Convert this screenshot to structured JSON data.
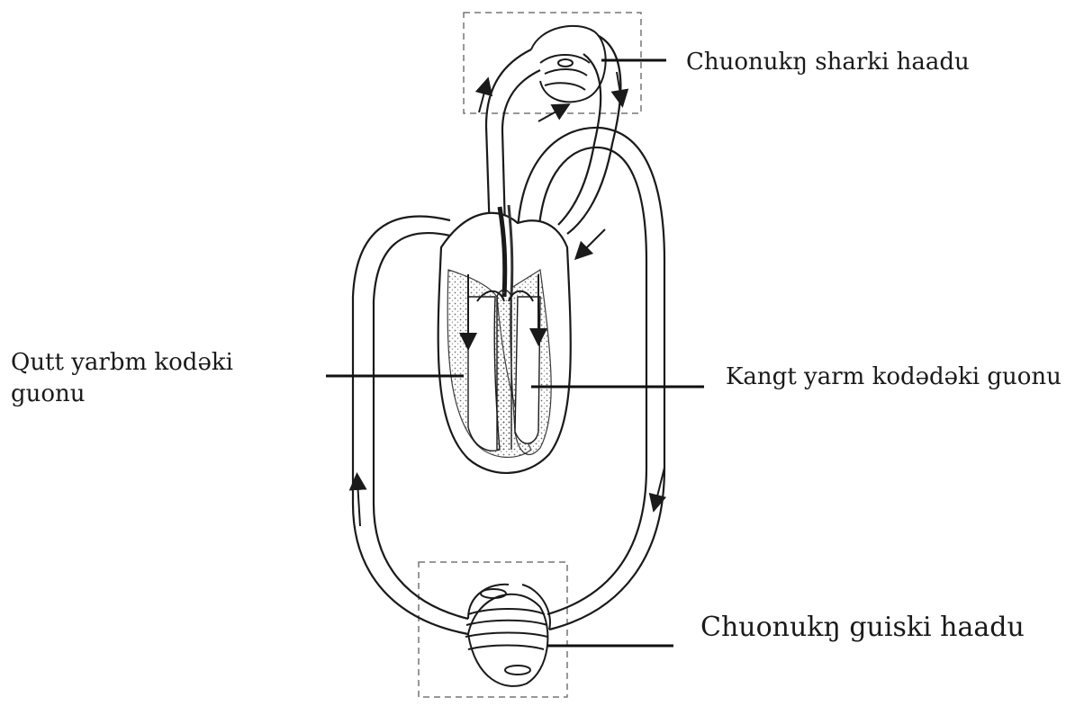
{
  "labels": {
    "pulmonary_capillaries": "Chuonukŋ sharki haadu",
    "right_ventricle_line1": "Qutt yarbm kodəki",
    "right_ventricle_line2": "guonu",
    "left_ventricle": "Kangt yarm kodədəki guonu",
    "systemic_capillaries": "Chuonukŋ guiski haadu"
  },
  "colors": {
    "ink": "#1a1a1a",
    "stipple": "#555555",
    "dashed_box": "#777777",
    "background": "#ffffff"
  }
}
